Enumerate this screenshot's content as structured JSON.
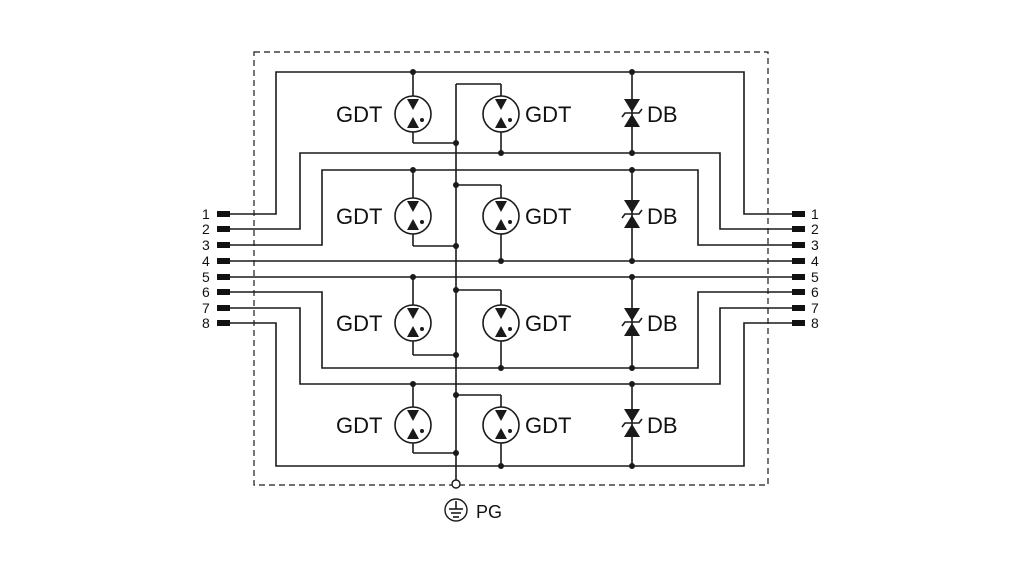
{
  "gdt_label": "GDT",
  "db_label": "DB",
  "ground_label": "PG",
  "left_pins": [
    "1",
    "2",
    "3",
    "4",
    "5",
    "6",
    "7",
    "8"
  ],
  "right_pins": [
    "1",
    "2",
    "3",
    "4",
    "5",
    "6",
    "7",
    "8"
  ],
  "component_groups": [
    {
      "left_gdt": "GDT",
      "right_gdt": "GDT",
      "tvs": "DB"
    },
    {
      "left_gdt": "GDT",
      "right_gdt": "GDT",
      "tvs": "DB"
    },
    {
      "left_gdt": "GDT",
      "right_gdt": "GDT",
      "tvs": "DB"
    },
    {
      "left_gdt": "GDT",
      "right_gdt": "GDT",
      "tvs": "DB"
    }
  ],
  "icons": {
    "ground": "ground-icon",
    "gdt": "gas-discharge-tube-icon",
    "tvs": "bidirectional-tvs-diode-icon"
  }
}
